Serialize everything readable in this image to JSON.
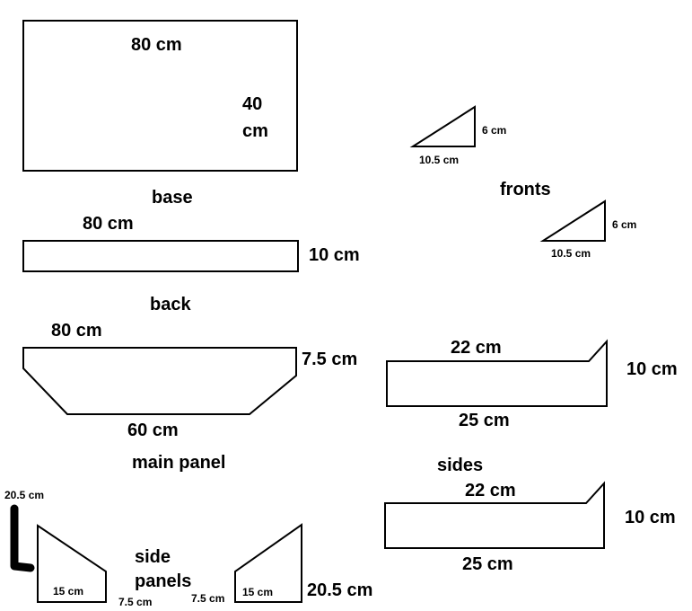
{
  "base": {
    "width_label": "80 cm",
    "height_label_line1": "40",
    "height_label_line2": "cm",
    "name": "base"
  },
  "back": {
    "width_label": "80 cm",
    "height_label": "10 cm",
    "name": "back"
  },
  "main_panel": {
    "top_label": "80 cm",
    "depth_label": "7.5 cm",
    "bottom_label": "60 cm",
    "name": "main panel"
  },
  "fronts": {
    "name": "fronts",
    "front_1": {
      "base_label": "10.5 cm",
      "height_label": "6 cm"
    },
    "front_2": {
      "base_label": "10.5 cm",
      "height_label": "6 cm"
    }
  },
  "sides": {
    "name": "sides",
    "side_1": {
      "top_label": "22 cm",
      "height_label": "10 cm",
      "bottom_label": "25 cm"
    },
    "side_2": {
      "top_label": "22 cm",
      "height_label": "10 cm",
      "bottom_label": "25 cm"
    }
  },
  "side_panels": {
    "name_line1": "side",
    "name_line2": "panels",
    "left": {
      "height_label": "20.5 cm",
      "base_label": "15 cm",
      "edge_label": "7.5 cm"
    },
    "right": {
      "height_label": "20.5 cm",
      "base_label": "15 cm",
      "edge_label": "7.5 cm"
    }
  },
  "colors": {
    "ink": "#000000",
    "background": "#ffffff"
  }
}
